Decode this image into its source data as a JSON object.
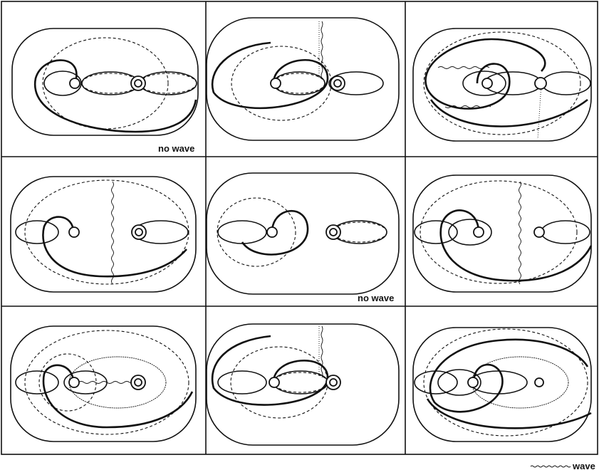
{
  "labels": {
    "no_wave": "no wave",
    "legend_wave": "wave"
  },
  "panels": [
    {
      "id": "r1c1",
      "label": "no wave",
      "variant": 1
    },
    {
      "id": "r1c2",
      "variant": 2
    },
    {
      "id": "r1c3",
      "variant": 3
    },
    {
      "id": "r2c1",
      "variant": 4
    },
    {
      "id": "r2c2",
      "label": "no wave",
      "variant": 5
    },
    {
      "id": "r2c3",
      "variant": 6
    },
    {
      "id": "r3c1",
      "variant": 7
    },
    {
      "id": "r3c2",
      "variant": 8
    },
    {
      "id": "r3c3",
      "variant": 9
    }
  ],
  "legend": {
    "line_style": "wavy",
    "label": "wave"
  },
  "colors": {
    "stroke": "#111111",
    "background": "#ffffff"
  }
}
